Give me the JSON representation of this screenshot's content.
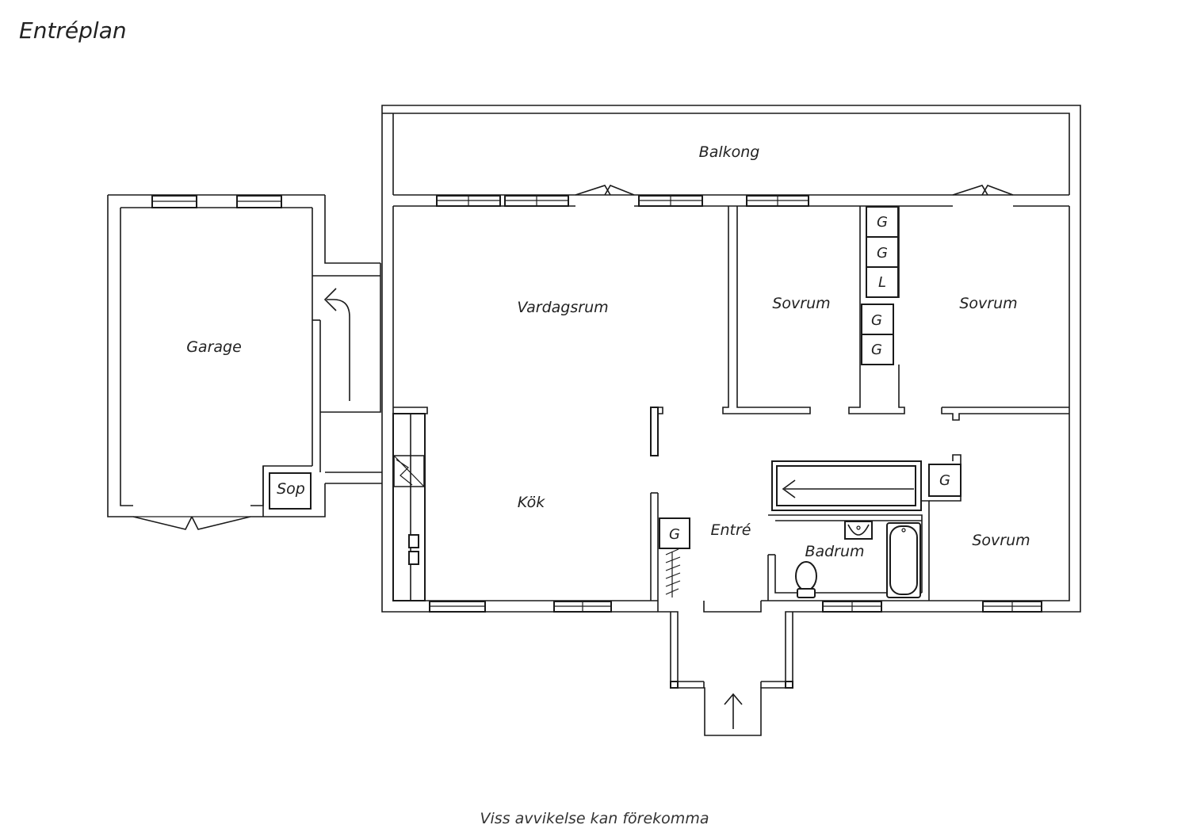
{
  "title": "Entréplan",
  "footer": "Viss avvikelse kan förekomma",
  "rooms": {
    "balcony": "Balkong",
    "living": "Vardagsrum",
    "garage": "Garage",
    "bedroom_1": "Sovrum",
    "bedroom_2": "Sovrum",
    "bedroom_3": "Sovrum",
    "kitchen": "Kök",
    "entrance": "Entré",
    "bathroom": "Badrum",
    "waste": "Sop"
  },
  "closets": {
    "c1": "G",
    "c2": "G",
    "c3": "L",
    "c4": "G",
    "c5": "G",
    "c6": "G",
    "c7": "G"
  }
}
